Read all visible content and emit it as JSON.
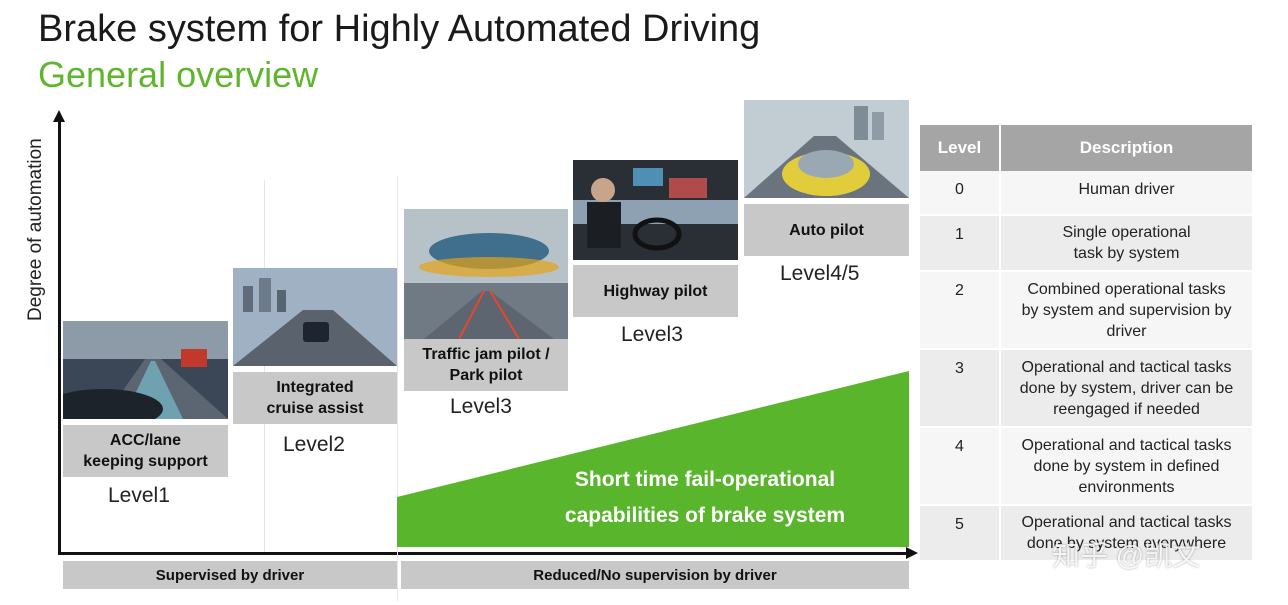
{
  "header": {
    "title": "Brake system for Highly Automated Driving",
    "subtitle": "General overview"
  },
  "axis": {
    "y_label": "Degree of automation"
  },
  "steps": [
    {
      "label": "ACC/lane\nkeeping support",
      "level": "Level1"
    },
    {
      "label": "Integrated\ncruise assist",
      "level": "Level2"
    },
    {
      "label": "Traffic jam pilot /\nPark pilot",
      "level": "Level3"
    },
    {
      "label": "Highway pilot",
      "level": "Level3"
    },
    {
      "label": "Auto pilot",
      "level": "Level4/5"
    }
  ],
  "highlight": {
    "text": "Short time fail-operational\ncapabilities  of brake system",
    "color": "#59b52c"
  },
  "bottom_bars": {
    "left": "Supervised by driver",
    "right": "Reduced/No supervision by driver"
  },
  "table": {
    "headers": [
      "Level",
      "Description"
    ],
    "rows": [
      {
        "level": "0",
        "description": "Human driver"
      },
      {
        "level": "1",
        "description": "Single operational\ntask by system"
      },
      {
        "level": "2",
        "description": "Combined operational tasks\nby system and supervision by\ndriver"
      },
      {
        "level": "3",
        "description": "Operational and tactical tasks\ndone by system, driver can be\nreengaged if needed"
      },
      {
        "level": "4",
        "description": "Operational and tactical tasks\ndone by system in defined\nenvironments"
      },
      {
        "level": "5",
        "description": "Operational and tactical tasks\ndone by system everywhere"
      }
    ]
  },
  "watermark": "知乎 @凯文",
  "colors": {
    "title": "#1a1a1a",
    "subtitle": "#5fb52c",
    "label_bg": "#c8c8c8",
    "table_header_bg": "#a5a5a5"
  }
}
